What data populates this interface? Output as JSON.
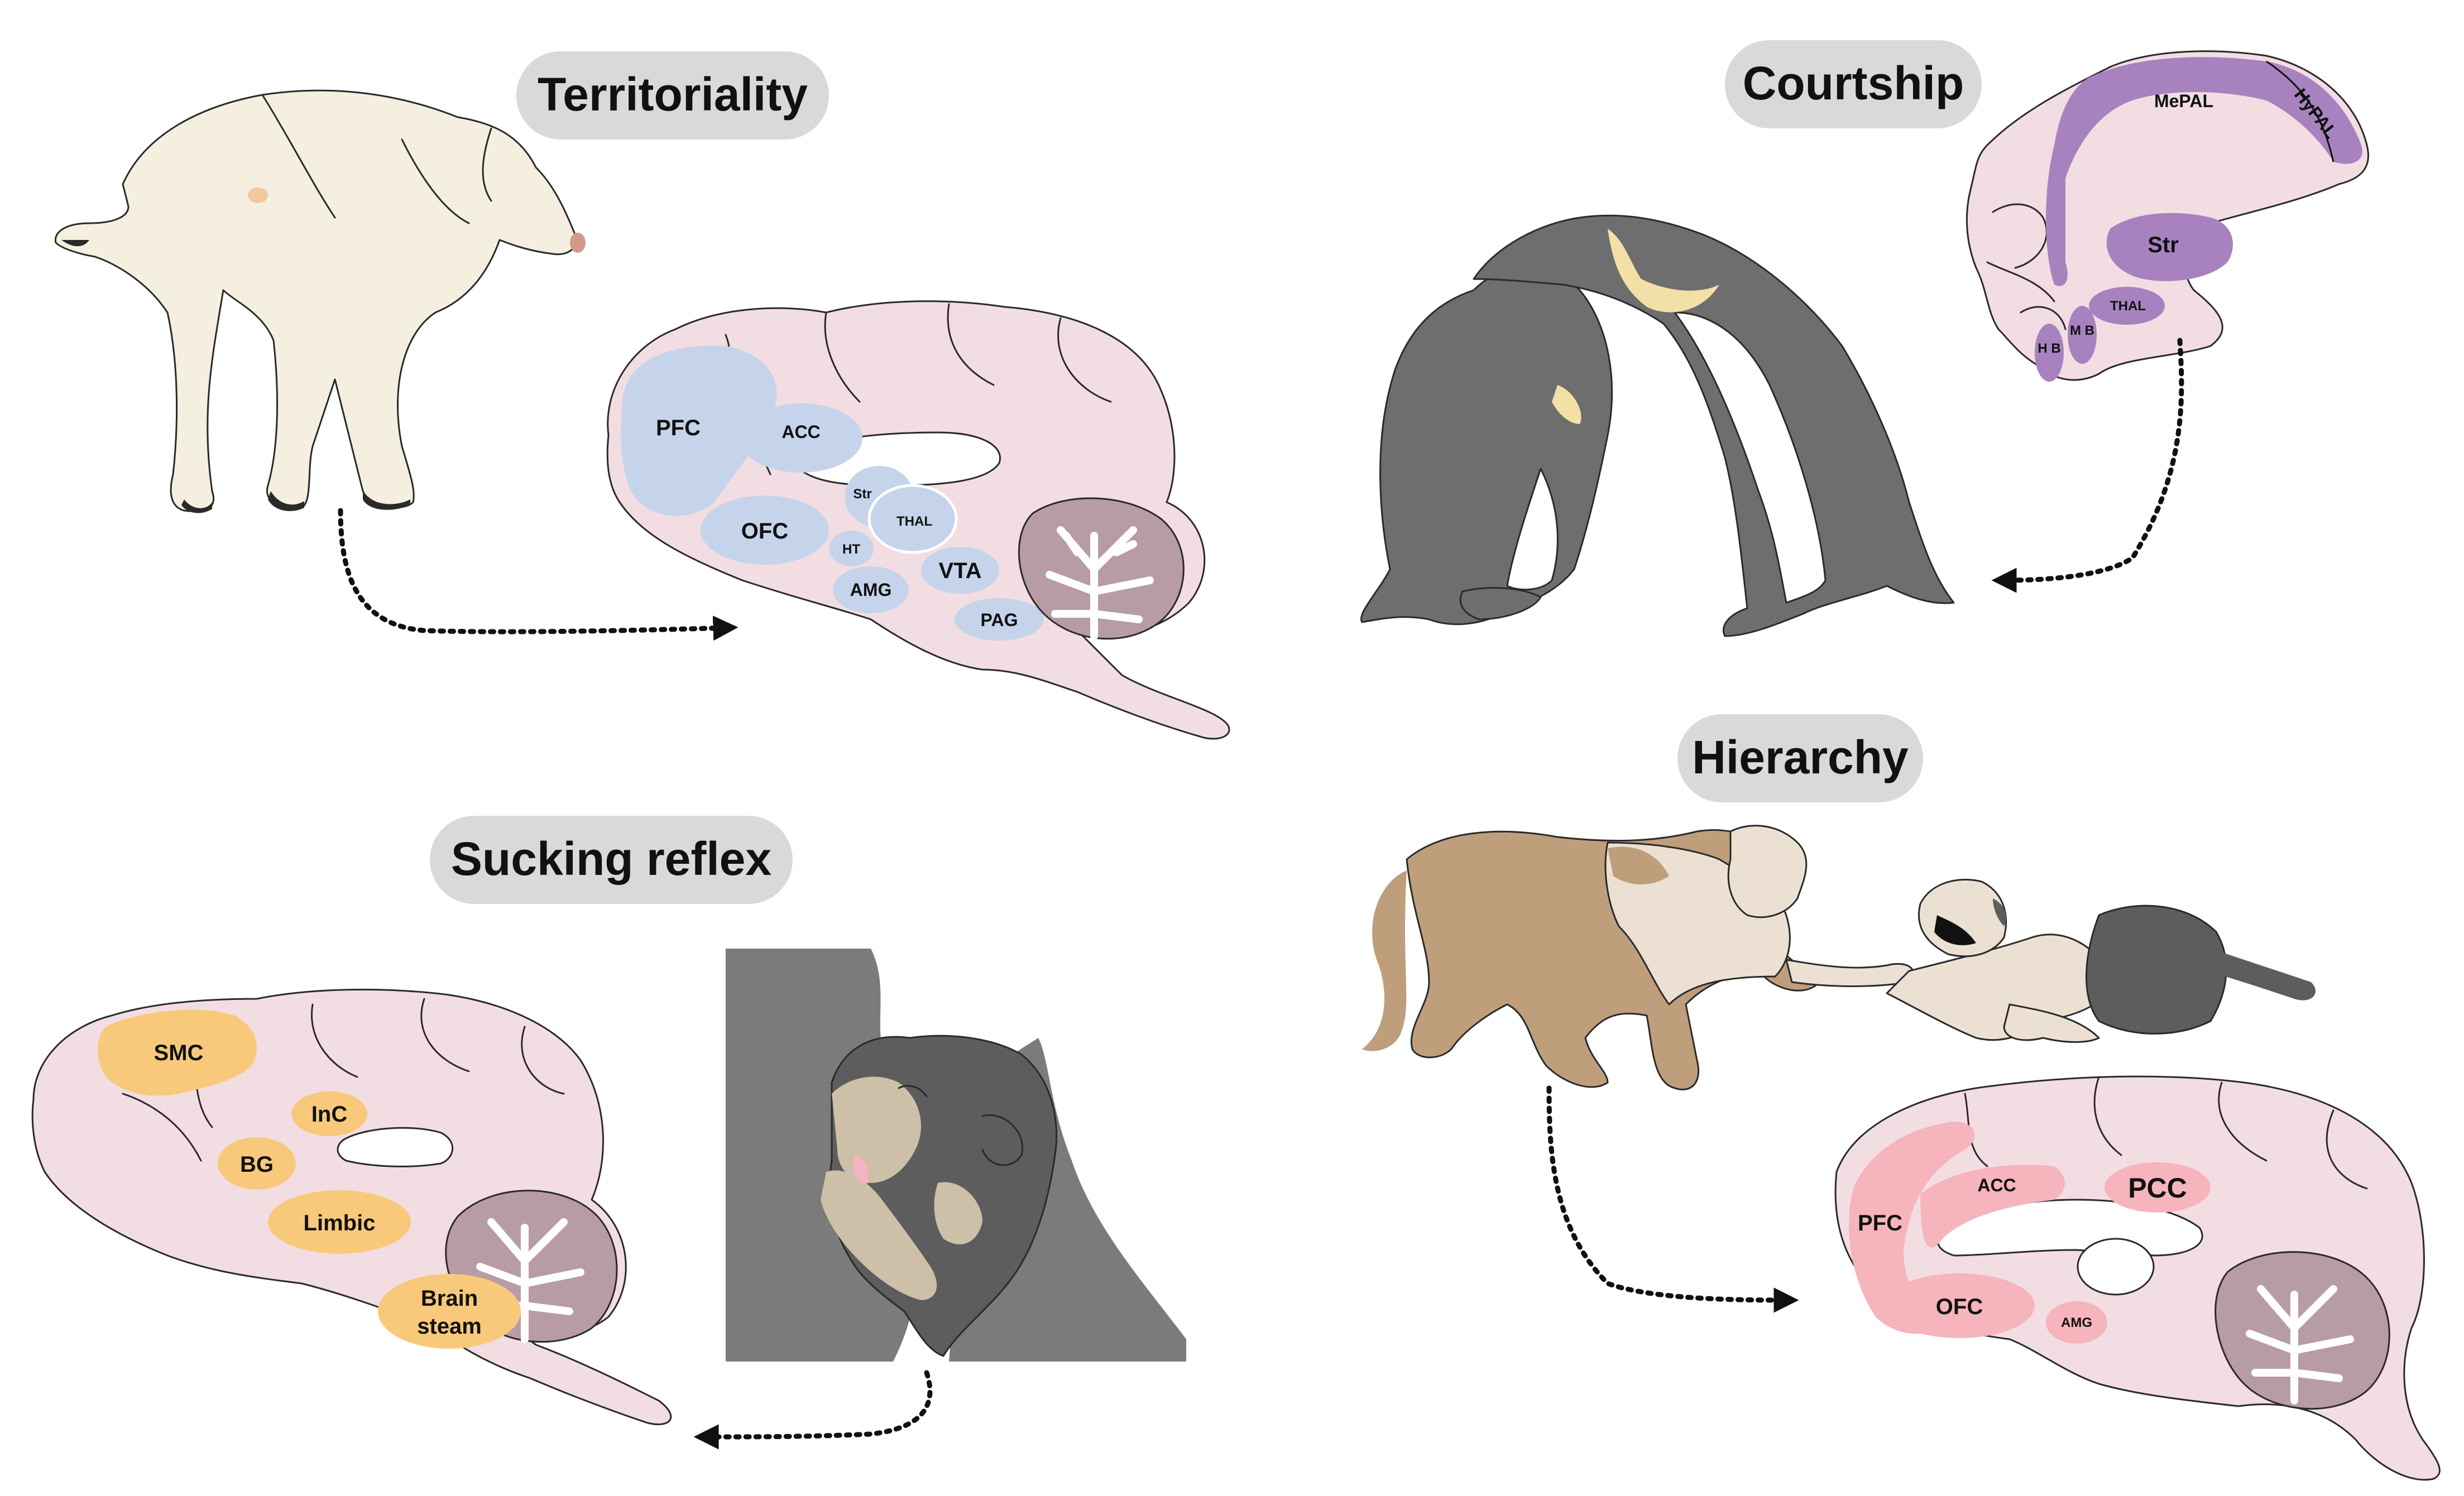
{
  "panels": {
    "territoriality": {
      "title": "Territoriality",
      "regions": {
        "pfc": "PFC",
        "acc": "ACC",
        "ofc": "OFC",
        "str": "Str",
        "thal": "THAL",
        "ht": "HT",
        "amg": "AMG",
        "vta": "VTA",
        "pag": "PAG"
      },
      "region_color": "#c5d4ea"
    },
    "courtship": {
      "title": "Courtship",
      "regions": {
        "mepal": "MePAL",
        "hypal": "HyPAL",
        "str": "Str",
        "thal": "THAL",
        "hb": "H B",
        "mb": "M B"
      },
      "region_color": "#a882bf"
    },
    "sucking_reflex": {
      "title": "Sucking reflex",
      "regions": {
        "smc": "SMC",
        "inc": "InC",
        "bg": "BG",
        "limbic": "Limbic",
        "brain_stem_1": "Brain",
        "brain_stem_2": "steam"
      },
      "region_color": "#f8c97a"
    },
    "hierarchy": {
      "title": "Hierarchy",
      "regions": {
        "pfc": "PFC",
        "acc": "ACC",
        "pcc": "PCC",
        "ofc": "OFC",
        "amg": "AMG"
      },
      "region_color": "#f6b4bc"
    }
  },
  "colors": {
    "brain_fill": "#f2dde3",
    "cerebellum_fill": "#b79ca4",
    "pill_fill": "#d9d9d9",
    "dog_fill": "#f4efdf",
    "penguin_dark": "#6e6e6e",
    "penguin_yellow": "#f2e0a6",
    "monkey_tan": "#bf9e7c",
    "monkey_light": "#ece0d2",
    "bear_dark": "#5d5d5d",
    "bear_light": "#cdbfa8",
    "background_gray": "#7b7b7b"
  },
  "icons": [
    "dog-illustration",
    "penguin-pair-illustration",
    "bear-cub-illustration",
    "monkey-pair-illustration"
  ]
}
